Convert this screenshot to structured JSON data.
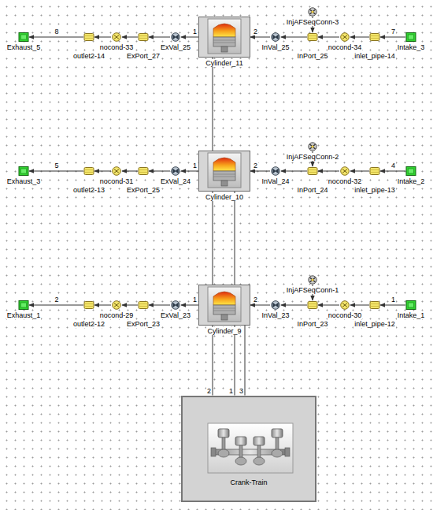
{
  "diagram": {
    "nodes": [
      {
        "text": [
          "InjAFSeqConn-3"
        ]
      },
      {
        "text": [
          "Exhaust_5"
        ]
      },
      {
        "text": [
          "outlet2-14"
        ]
      },
      {
        "text": [
          "nocond-33"
        ]
      },
      {
        "text": [
          "ExPort_27"
        ]
      },
      {
        "text": [
          "ExVal_25"
        ]
      },
      {
        "text": [
          "Cylinder_11"
        ]
      },
      {
        "text": [
          "InVal_25"
        ]
      },
      {
        "text": [
          "InPort_25"
        ]
      },
      {
        "text": [
          "nocond-34"
        ]
      },
      {
        "text": [
          "inlet_pipe-14"
        ]
      },
      {
        "text": [
          "Intake_3"
        ]
      },
      {
        "text": [
          "InjAFSeqConn-2"
        ]
      },
      {
        "text": [
          "Exhaust_3"
        ]
      },
      {
        "text": [
          "outlet2-13"
        ]
      },
      {
        "text": [
          "nocond-31"
        ]
      },
      {
        "text": [
          "ExPort_25"
        ]
      },
      {
        "text": [
          "ExVal_24"
        ]
      },
      {
        "text": [
          "Cylinder_10"
        ]
      },
      {
        "text": [
          "InVal_24"
        ]
      },
      {
        "text": [
          "InPort_24"
        ]
      },
      {
        "text": [
          "nocond-32"
        ]
      },
      {
        "text": [
          "inlet_pipe-13"
        ]
      },
      {
        "text": [
          "Intake_2"
        ]
      },
      {
        "text": [
          "InjAFSeqConn-1"
        ]
      },
      {
        "text": [
          "Exhaust_1"
        ]
      },
      {
        "text": [
          "outlet2-12"
        ]
      },
      {
        "text": [
          "nocond-29"
        ]
      },
      {
        "text": [
          "ExPort_23"
        ]
      },
      {
        "text": [
          "ExVal_23"
        ]
      },
      {
        "text": [
          "Cylinder_9"
        ]
      },
      {
        "text": [
          "InVal_23"
        ]
      },
      {
        "text": [
          "InPort_23"
        ]
      },
      {
        "text": [
          "nocond-30"
        ]
      },
      {
        "text": [
          "inlet_pipe-12"
        ]
      },
      {
        "text": [
          "Intake_1"
        ]
      },
      {
        "text": [
          "Crank-Train"
        ]
      }
    ],
    "edges": [
      {
        "from": 11,
        "to": 10,
        "arrow": "to",
        "label": "7"
      },
      {
        "from": 10,
        "to": 9,
        "arrow": "to"
      },
      {
        "from": 9,
        "to": 8,
        "arrow": "to"
      },
      {
        "from": 8,
        "to": 7,
        "arrow": "to"
      },
      {
        "from": 7,
        "to": 6,
        "arrow": "to"
      },
      {
        "from": 6,
        "to": 5,
        "arrow": "to"
      },
      {
        "from": 5,
        "to": 4,
        "arrow": "to"
      },
      {
        "from": 4,
        "to": 3,
        "arrow": "to"
      },
      {
        "from": 3,
        "to": 2,
        "arrow": "to"
      },
      {
        "from": 2,
        "to": 1,
        "arrow": "to",
        "label": "8"
      },
      {
        "from": 0,
        "to": 8,
        "arrow": "to"
      },
      {
        "from": 23,
        "to": 22,
        "arrow": "to",
        "label": "4"
      },
      {
        "from": 22,
        "to": 21,
        "arrow": "to"
      },
      {
        "from": 21,
        "to": 20,
        "arrow": "to"
      },
      {
        "from": 20,
        "to": 19,
        "arrow": "to"
      },
      {
        "from": 19,
        "to": 18,
        "arrow": "to"
      },
      {
        "from": 18,
        "to": 17,
        "arrow": "to"
      },
      {
        "from": 17,
        "to": 16,
        "arrow": "to"
      },
      {
        "from": 16,
        "to": 15,
        "arrow": "to"
      },
      {
        "from": 15,
        "to": 14,
        "arrow": "to"
      },
      {
        "from": 14,
        "to": 13,
        "arrow": "to",
        "label": "5"
      },
      {
        "from": 12,
        "to": 20,
        "arrow": "to"
      },
      {
        "from": 35,
        "to": 34,
        "arrow": "to",
        "label": "1"
      },
      {
        "from": 34,
        "to": 33,
        "arrow": "to"
      },
      {
        "from": 33,
        "to": 32,
        "arrow": "to"
      },
      {
        "from": 32,
        "to": 31,
        "arrow": "to"
      },
      {
        "from": 31,
        "to": 30,
        "arrow": "to"
      },
      {
        "from": 30,
        "to": 29,
        "arrow": "to"
      },
      {
        "from": 29,
        "to": 28,
        "arrow": "to"
      },
      {
        "from": 28,
        "to": 27,
        "arrow": "to"
      },
      {
        "from": 27,
        "to": 26,
        "arrow": "to"
      },
      {
        "from": 26,
        "to": 25,
        "arrow": "to",
        "label": "2"
      },
      {
        "from": 24,
        "to": 32,
        "arrow": "to"
      },
      {
        "from": 6,
        "to": 36,
        "arrow": "none",
        "label": "2"
      },
      {
        "from": 18,
        "to": 36,
        "arrow": "none",
        "label": "1"
      },
      {
        "from": 30,
        "to": 36,
        "arrow": "none",
        "label": "3"
      }
    ],
    "labels": [
      "1",
      "2",
      "1",
      "2",
      "1",
      "2"
    ]
  }
}
